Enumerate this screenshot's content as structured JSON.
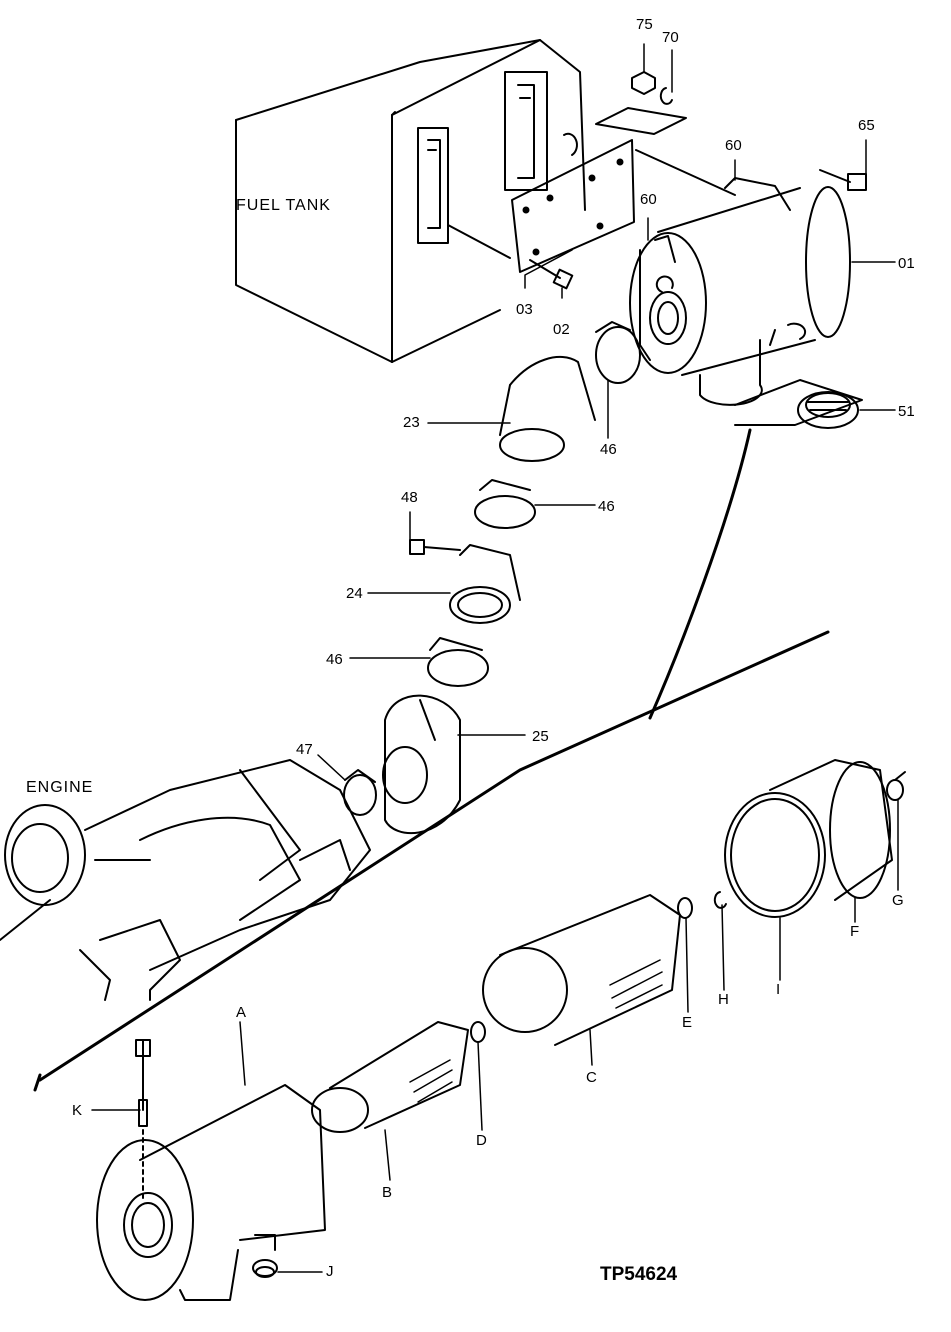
{
  "drawing_code": "TP54624",
  "area_labels": {
    "fuel_tank": "FUEL TANK",
    "engine": "ENGINE"
  },
  "callouts": {
    "c75": "75",
    "c70": "70",
    "c65": "65",
    "c60a": "60",
    "c60b": "60",
    "c01": "01",
    "c03": "03",
    "c02": "02",
    "c23": "23",
    "c46a": "46",
    "c51": "51",
    "c48": "48",
    "c46b": "46",
    "c24": "24",
    "c46c": "46",
    "c25": "25",
    "c47": "47",
    "cA": "A",
    "cB": "B",
    "cC": "C",
    "cD": "D",
    "cE": "E",
    "cF": "F",
    "cG": "G",
    "cH": "H",
    "cI": "I",
    "cJ": "J",
    "cK": "K"
  }
}
